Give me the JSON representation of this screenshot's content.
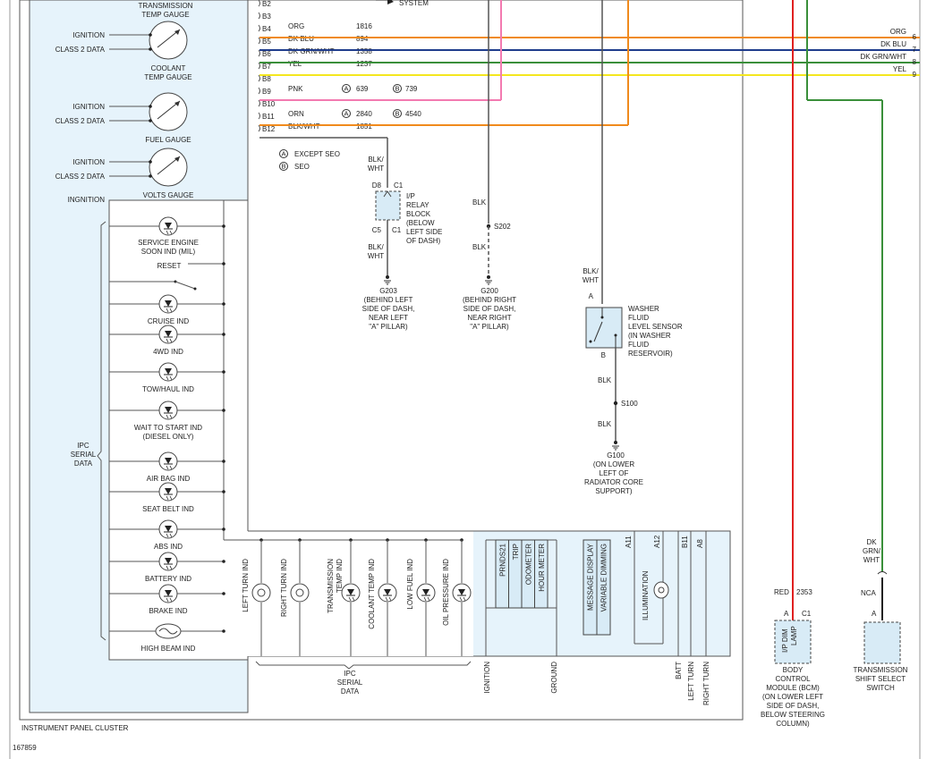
{
  "figure_id": "167859",
  "cluster_label": "INSTRUMENT PANEL CLUSTER",
  "gauges": [
    {
      "label": [
        "TRANSMISSION",
        "TEMP GAUGE"
      ],
      "inputs": []
    },
    {
      "label": [
        "COOLANT",
        "TEMP GAUGE"
      ],
      "inputs": [
        "IGNITION",
        "CLASS 2 DATA"
      ]
    },
    {
      "label": [
        "FUEL GAUGE"
      ],
      "inputs": [
        "IGNITION",
        "CLASS 2 DATA"
      ]
    },
    {
      "label": [
        "VOLTS GAUGE"
      ],
      "inputs": [
        "IGNITION",
        "CLASS 2 DATA"
      ]
    }
  ],
  "ignition_label": "INGNITION",
  "reset_label": "RESET",
  "ipc_serial_data": [
    "IPC",
    "SERIAL",
    "DATA"
  ],
  "left_indicators": [
    {
      "label": [
        "SERVICE ENGINE",
        "SOON IND (MIL)"
      ]
    },
    {
      "label": [
        "CRUISE IND"
      ]
    },
    {
      "label": [
        "4WD IND"
      ]
    },
    {
      "label": [
        "TOW/HAUL IND"
      ]
    },
    {
      "label": [
        "WAIT TO START IND",
        "(DIESEL ONLY)"
      ]
    },
    {
      "label": [
        "AIR BAG IND"
      ]
    },
    {
      "label": [
        "SEAT BELT IND"
      ]
    },
    {
      "label": [
        "ABS IND"
      ]
    },
    {
      "label": [
        "BATTERY IND"
      ]
    },
    {
      "label": [
        "BRAKE IND"
      ]
    },
    {
      "label": [
        "HIGH BEAM IND"
      ]
    }
  ],
  "bottom_indicators": [
    {
      "label": [
        "LEFT TURN IND"
      ]
    },
    {
      "label": [
        "RIGHT TURN IND"
      ]
    },
    {
      "label": [
        "TRANSMISSION",
        "TEMP IND"
      ]
    },
    {
      "label": [
        "COOLANT TEMP IND"
      ]
    },
    {
      "label": [
        "LOW FUEL IND"
      ]
    },
    {
      "label": [
        "OIL PRESSURE IND"
      ]
    }
  ],
  "display_box_1": [
    "PRNDS21",
    "TRIP",
    "ODOMETER",
    "HOUR METER"
  ],
  "display_box_2": [
    "MESSAGE DISPLAY",
    "VARIABLE DIMMING"
  ],
  "illumination_label": "ILLUMINATION",
  "pins_bottom": [
    "A11",
    "A12",
    "B11",
    "A8"
  ],
  "bottom_labels": [
    "IGNITION",
    "GROUND",
    "BATT",
    "LEFT TURN",
    "RIGHT TURN"
  ],
  "system_label": "SYSTEM",
  "connector_rows": [
    {
      "pin": "B2"
    },
    {
      "pin": "B3"
    },
    {
      "pin": "B4",
      "color": "ORG",
      "circuit": "1816"
    },
    {
      "pin": "B5",
      "color": "DK BLU",
      "circuit": "894"
    },
    {
      "pin": "B6",
      "color": "DK GRN/WHT",
      "circuit": "1358"
    },
    {
      "pin": "B7",
      "color": "YEL",
      "circuit": "1237"
    },
    {
      "pin": "B8"
    },
    {
      "pin": "B9",
      "color": "PNK",
      "a": "639",
      "b": "739"
    },
    {
      "pin": "B10"
    },
    {
      "pin": "B11",
      "color": "ORN",
      "a": "2840",
      "b": "4540"
    },
    {
      "pin": "B12",
      "color": "BLK/WHT",
      "circuit": "1851"
    }
  ],
  "legend": [
    {
      "sym": "A",
      "text": "EXCEPT SEO"
    },
    {
      "sym": "B",
      "text": "SEO"
    }
  ],
  "right_wires": [
    {
      "color_label": "ORG",
      "num": "6",
      "stroke": "#f08a1c"
    },
    {
      "color_label": "DK BLU",
      "num": "7",
      "stroke": "#1f3c8c"
    },
    {
      "color_label": "DK GRN/WHT",
      "num": "8",
      "stroke": "#3a8f3a"
    },
    {
      "color_label": "YEL",
      "num": "9",
      "stroke": "#f4e71e"
    }
  ],
  "relay": {
    "wire_top": [
      "BLK/",
      "WHT"
    ],
    "wire_bottom": [
      "BLK/",
      "WHT"
    ],
    "pin_top": "D8",
    "c_top": "C1",
    "pin_bot": "C5",
    "c_bot": "C1",
    "label": [
      "I/P",
      "RELAY",
      "BLOCK",
      "(BELOW",
      "LEFT SIDE",
      "OF DASH)"
    ]
  },
  "g203": {
    "id": "G203",
    "label": [
      "(BEHIND LEFT",
      "SIDE OF DASH,",
      "NEAR LEFT",
      "\"A\" PILLAR)"
    ]
  },
  "g200": {
    "wire1": "BLK",
    "splice": "S202",
    "wire2": "BLK",
    "id": "G200",
    "label": [
      "(BEHIND RIGHT",
      "SIDE OF DASH,",
      "NEAR RIGHT",
      "\"A\" PILLAR)"
    ]
  },
  "washer": {
    "wire_top": [
      "BLK/",
      "WHT"
    ],
    "pin_a": "A",
    "pin_b": "B",
    "label": [
      "WASHER",
      "FLUID",
      "LEVEL SENSOR",
      "(IN WASHER",
      "FLUID",
      "RESERVOIR)"
    ],
    "wire1": "BLK",
    "splice": "S100",
    "wire2": "BLK",
    "gid": "G100",
    "glabel": [
      "(ON LOWER",
      "LEFT OF",
      "RADIATOR CORE",
      "SUPPORT)"
    ]
  },
  "bcm": {
    "wire_color": "RED",
    "circuit": "2353",
    "pin": "A",
    "conn": "C1",
    "lamp": [
      "I/P DIM",
      "LAMP"
    ],
    "label": [
      "BODY",
      "CONTROL",
      "MODULE (BCM)",
      "(ON LOWER LEFT",
      "SIDE OF DASH,",
      "BELOW STEERING",
      "COLUMN)"
    ]
  },
  "tss": {
    "wire": [
      "DK",
      "GRN/",
      "WHT"
    ],
    "nca": "NCA",
    "pin": "A",
    "label": [
      "TRANSMISSION",
      "SHIFT SELECT",
      "SWITCH"
    ]
  },
  "colors": {
    "org": "#f08a1c",
    "pnk": "#f37ab0",
    "blu": "#1f3c8c",
    "grn": "#3a8f3a",
    "yel": "#f4e71e",
    "red": "#e02020",
    "gray": "#555555",
    "panel": "#e6f3fb"
  }
}
